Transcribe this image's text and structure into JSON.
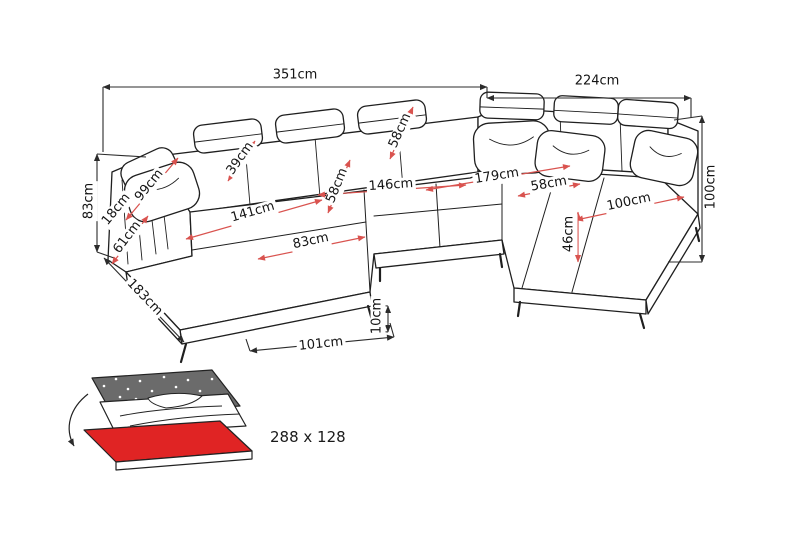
{
  "diagram": {
    "subject": "u-shaped-corner-sofa-dimension-drawing",
    "unit": "cm"
  },
  "dimensions": {
    "total_width_left": "351cm",
    "total_depth_right": "224cm",
    "left_height": "83cm",
    "right_height": "100cm",
    "arm_depth": "99cm",
    "arm_width": "18cm",
    "arm_seat_height": "61cm",
    "backrest_depth": "39cm",
    "seat_depth_left": "58cm",
    "backrest_corner": "58cm",
    "center_seat_width": "146cm",
    "chaise_length": "141cm",
    "chaise_width": "83cm",
    "right_seat_width": "179cm",
    "right_seat_depth": "58cm",
    "right_chaise_length": "100cm",
    "right_seat_height": "46cm",
    "left_side_depth": "183cm",
    "leg_height": "10cm",
    "chaise_front_width": "101cm"
  },
  "sleeping_area": {
    "size_label": "288 x 128"
  },
  "icons": {
    "bed_icon": "sofa-bed-unfold-icon"
  },
  "colors": {
    "dimension_accent": "#d9534f",
    "outline": "#1f1f1f",
    "mattress_red": "#e02424",
    "back_panel_gray": "#6b6b6b"
  }
}
